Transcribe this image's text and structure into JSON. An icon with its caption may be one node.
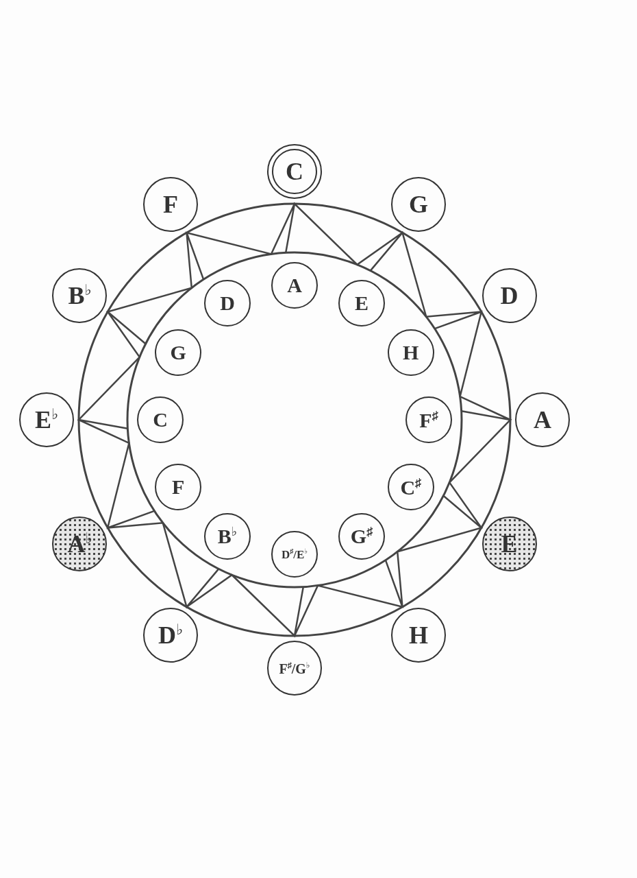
{
  "diagram": {
    "nodes": [
      {
        "text": [
          "C"
        ]
      },
      {
        "text": [
          "G"
        ]
      },
      {
        "text": [
          "D"
        ]
      },
      {
        "text": [
          "A"
        ]
      },
      {
        "text": [
          "E"
        ]
      },
      {
        "text": [
          "H"
        ]
      },
      {
        "text": [
          "F$^{♯}$/G$^{♭}$"
        ]
      },
      {
        "text": [
          "D$^{♭}$"
        ]
      },
      {
        "text": [
          "A$^{♭}$"
        ]
      },
      {
        "text": [
          "E$^{♭}$"
        ]
      },
      {
        "text": [
          "B$^{♭}$"
        ]
      },
      {
        "text": [
          "F"
        ]
      },
      {
        "text": [
          "A"
        ]
      },
      {
        "text": [
          "E"
        ]
      },
      {
        "text": [
          "H"
        ]
      },
      {
        "text": [
          "F$^{♯}$"
        ]
      },
      {
        "text": [
          "C$^{♯}$"
        ]
      },
      {
        "text": [
          "G$^{♯}$"
        ]
      },
      {
        "text": [
          "D$^{♯}$/E$^{♭}$"
        ]
      },
      {
        "text": [
          "B$^{♭}$"
        ]
      },
      {
        "text": [
          "F"
        ]
      },
      {
        "text": [
          "C"
        ]
      },
      {
        "text": [
          "G"
        ]
      },
      {
        "text": [
          "D"
        ]
      }
    ]
  }
}
